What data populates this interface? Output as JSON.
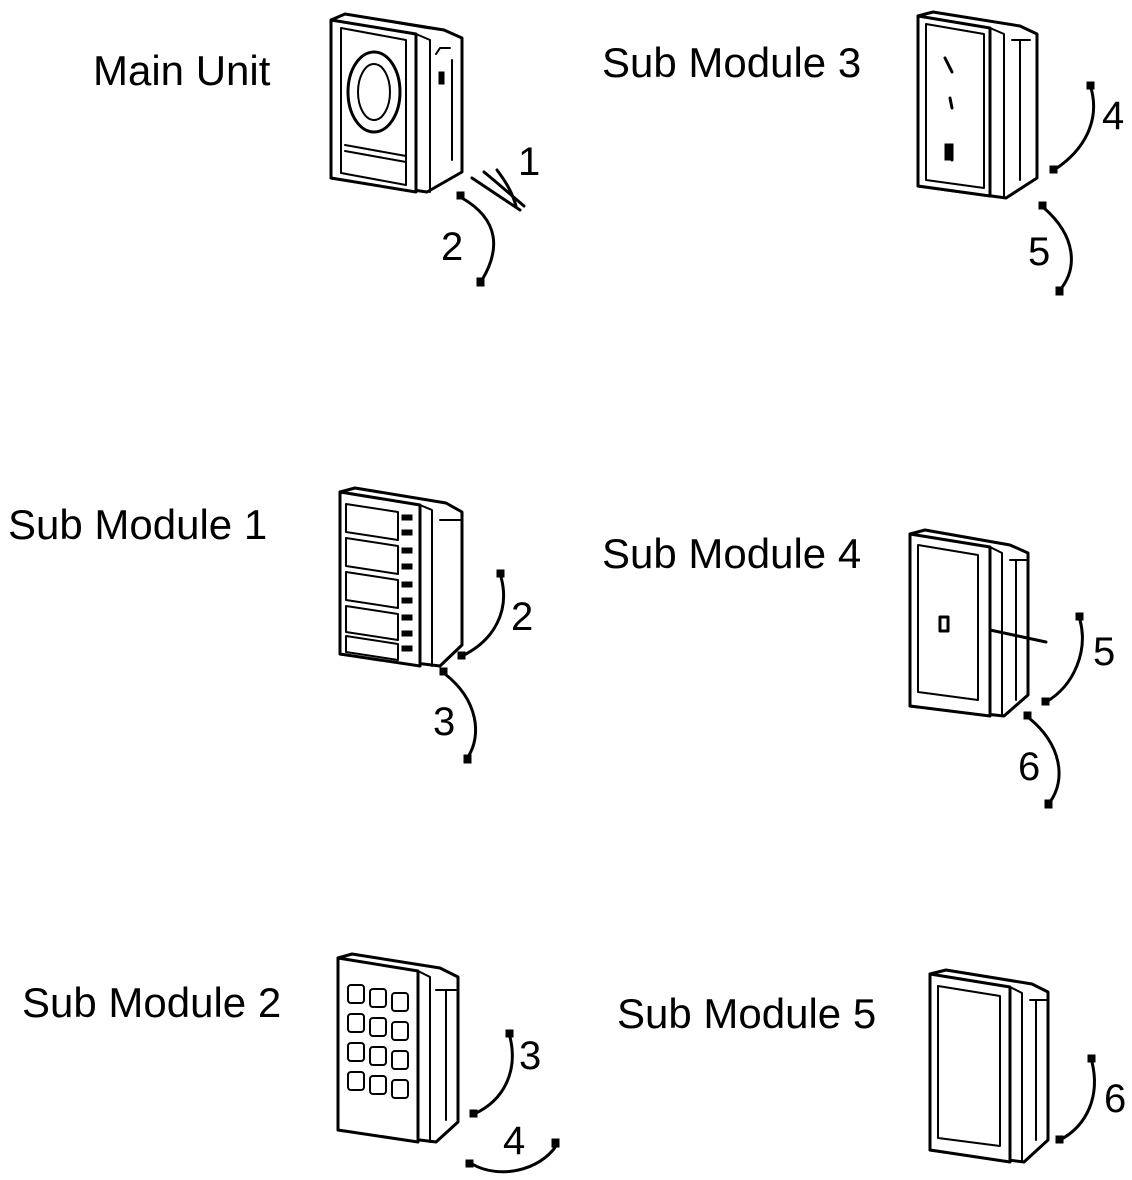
{
  "modules": {
    "main_unit": {
      "label": "Main Unit",
      "cables": [
        "1",
        "2"
      ]
    },
    "sub1": {
      "label": "Sub Module 1",
      "cables": [
        "2",
        "3"
      ]
    },
    "sub2": {
      "label": "Sub Module 2",
      "cables": [
        "3",
        "4"
      ]
    },
    "sub3": {
      "label": "Sub Module 3",
      "cables": [
        "4",
        "5"
      ]
    },
    "sub4": {
      "label": "Sub Module 4",
      "cables": [
        "5",
        "6"
      ]
    },
    "sub5": {
      "label": "Sub Module 5",
      "cables": [
        "6"
      ]
    }
  }
}
